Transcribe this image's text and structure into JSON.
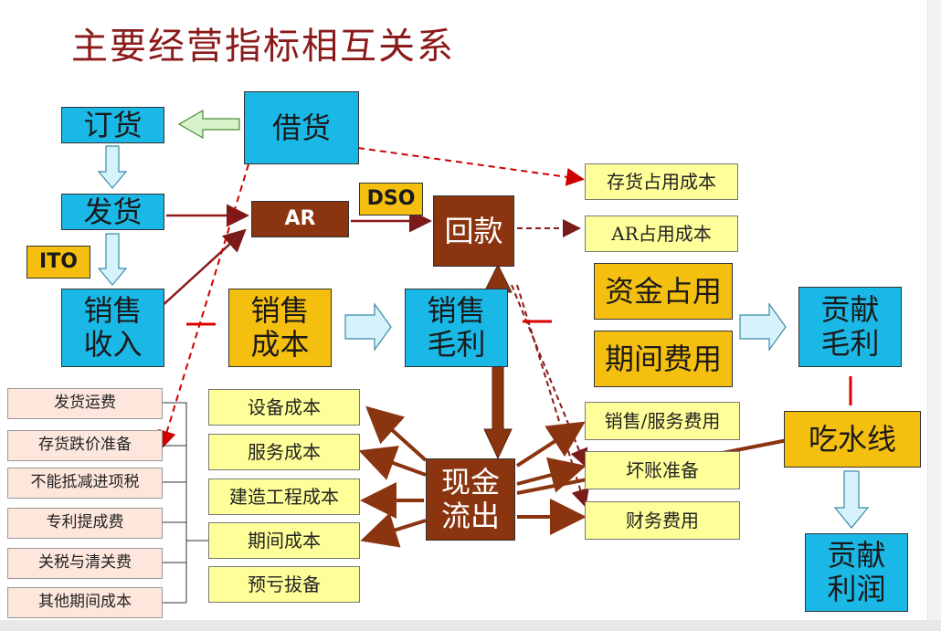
{
  "title": "主要经营指标相互关系",
  "nodes": {
    "jiehuo": "借货",
    "dinghuo": "订货",
    "fahuo": "发货",
    "ito": "ITO",
    "xiaoshou_shouru": "销售\n收入",
    "ar": "AR",
    "dso": "DSO",
    "huikuan": "回款",
    "xiaoshou_chengben": "销售\n成本",
    "xiaoshou_maoli": "销售\n毛利",
    "cunhuo_zhanyong": "存货占用成本",
    "ar_zhanyong": "AR占用成本",
    "zijin_zhanyong": "资金占用",
    "qijian_feiyong": "期间费用",
    "gongxian_maoli": "贡献\n毛利",
    "chishuixian": "吃水线",
    "gongxian_lirun": "贡献\n利润",
    "xianjin_liuchu": "现金\n流出",
    "xiaoshou_fuwu_feiyong": "销售/服务费用",
    "huaizhang_zhunbei": "坏账准备",
    "caiwu_feiyong": "财务费用",
    "shebei_chengben": "设备成本",
    "fuwu_chengben": "服务成本",
    "jianzao_chengben": "建造工程成本",
    "qijian_chengben": "期间成本",
    "yukui_bobei": "预亏拔备"
  },
  "period_cost_items": [
    "发货运费",
    "存货跌价准备",
    "不能抵减进项税",
    "专利提成费",
    "关税与清关费",
    "其他期间成本"
  ],
  "colors": {
    "title": "#8b1a1a",
    "blue": "#1ab8e6",
    "gold": "#f5bf0f",
    "brown": "#8a3410",
    "yellow": "#ffff99",
    "pink": "#fde6dc",
    "dashed_red": "#cc0000"
  }
}
